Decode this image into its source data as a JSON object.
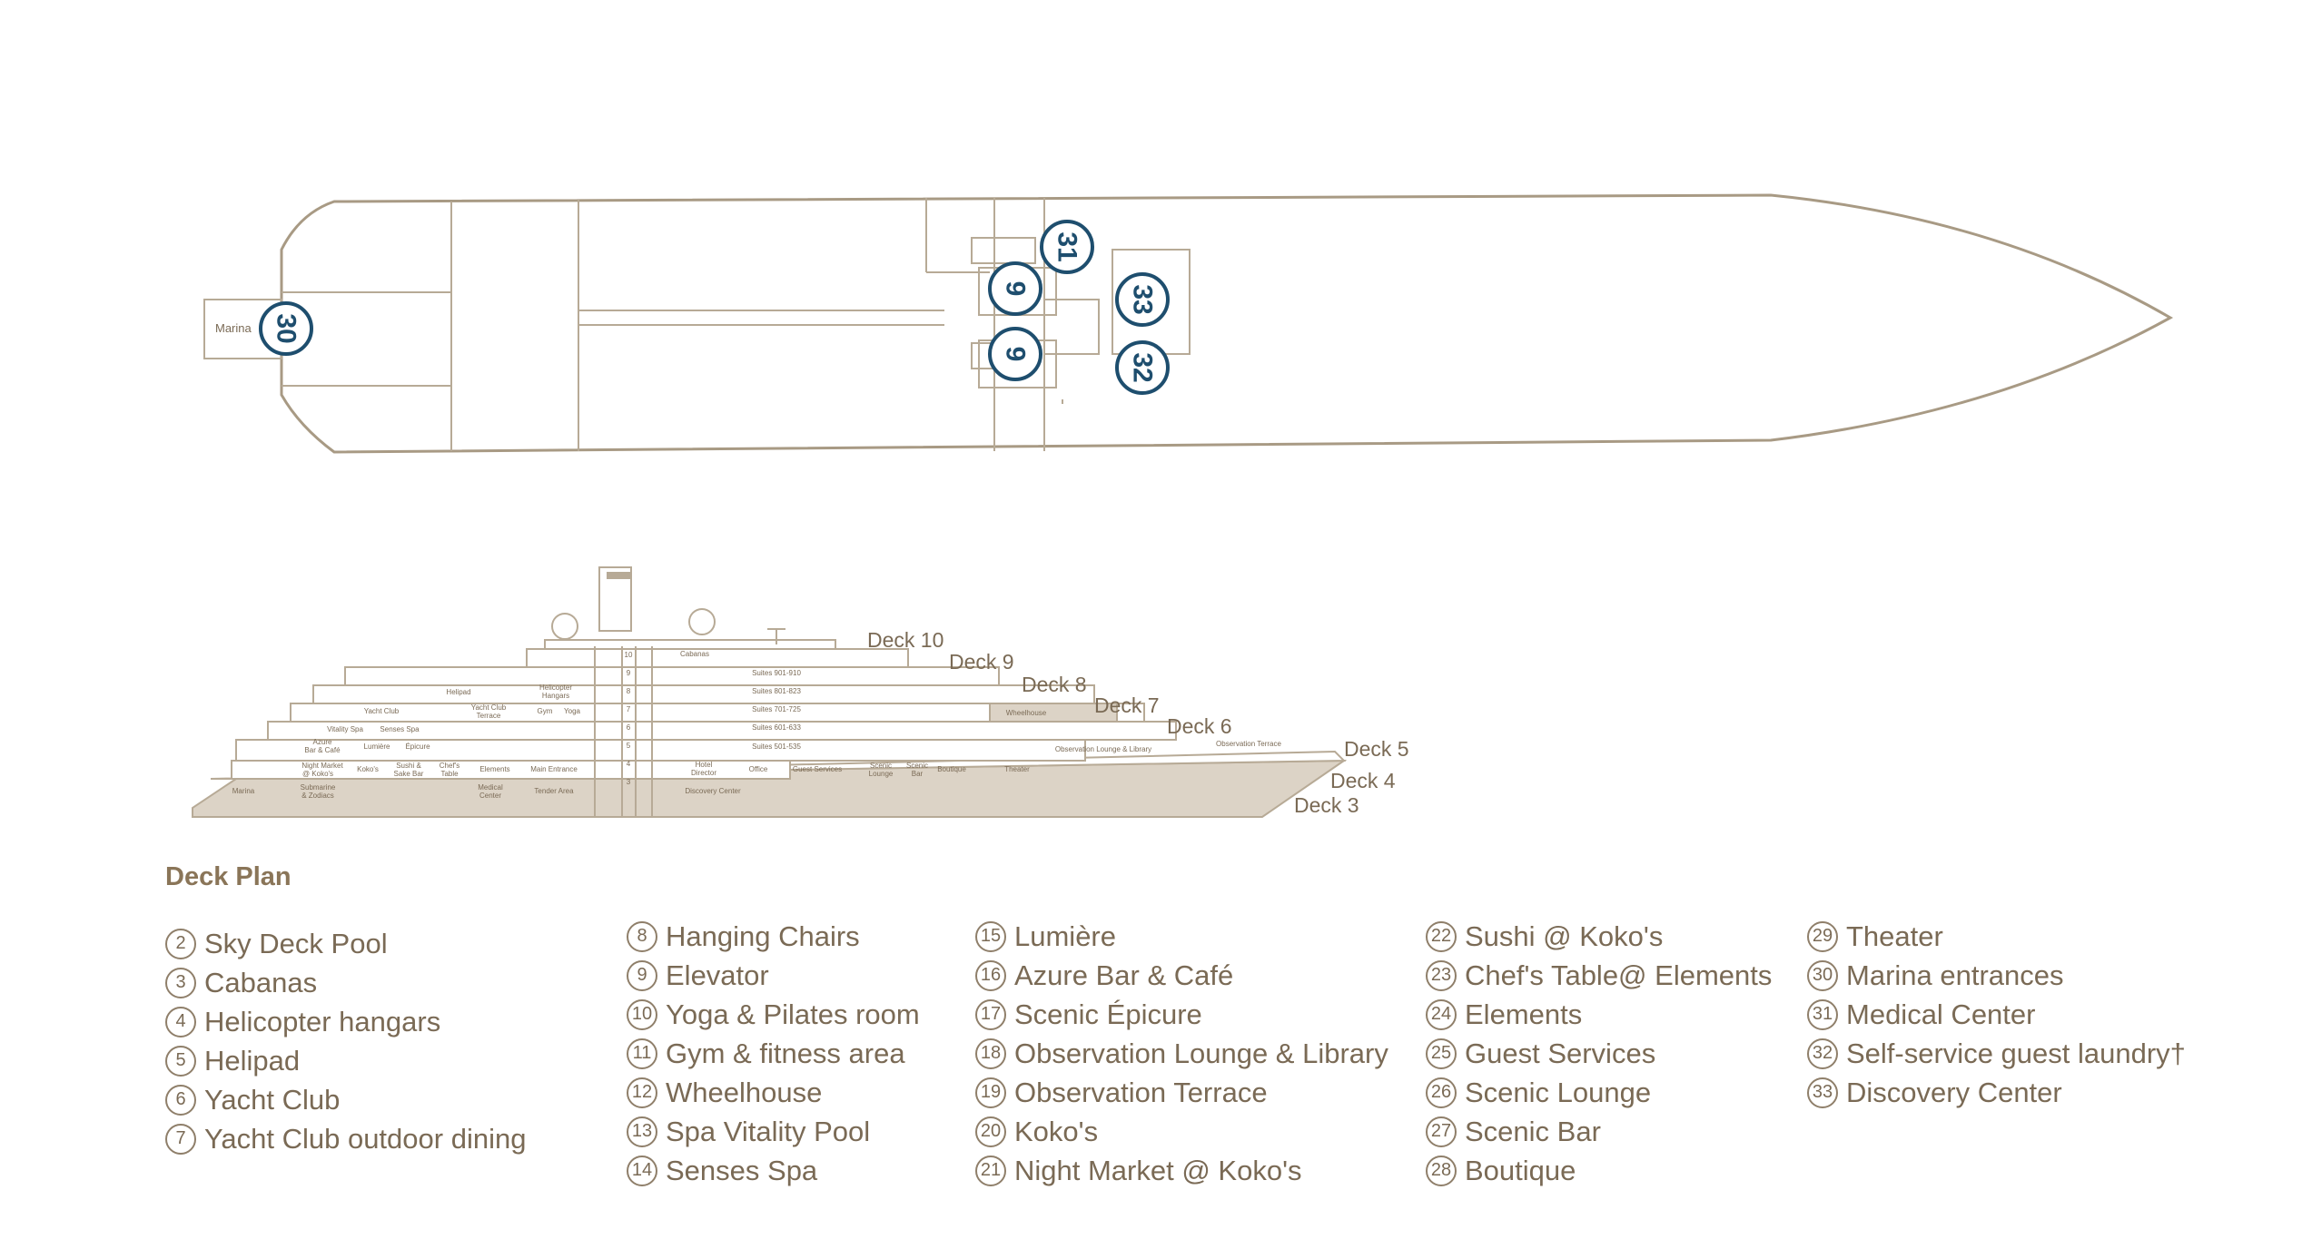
{
  "plan": {
    "marina_label": "Marina",
    "markers": [
      {
        "number": "30"
      },
      {
        "number": "31"
      },
      {
        "number": "9"
      },
      {
        "number": "9"
      },
      {
        "number": "33"
      },
      {
        "number": "32"
      }
    ],
    "colors": {
      "outline": "#a89a84",
      "marker_border": "#1e4e6e",
      "marker_text": "#1e4e6e",
      "marker_fill": "#ffffff"
    }
  },
  "profile": {
    "deck_labels": [
      "Deck 10",
      "Deck 9",
      "Deck 8",
      "Deck 7",
      "Deck 6",
      "Deck 5",
      "Deck 4",
      "Deck 3"
    ],
    "level_numbers": [
      "10",
      "9",
      "8",
      "7",
      "6",
      "5",
      "4",
      "3"
    ],
    "room_labels": [
      "Cabanas",
      "Suites 901-910",
      "Suites 801-823",
      "Suites 701-725",
      "Suites 601-633",
      "Suites 501-535",
      "Wheelhouse",
      "Observation Lounge & Library",
      "Observation Terrace",
      "Helipad",
      "Helicopter",
      "Hangars",
      "Yacht Club",
      "Yacht Club",
      "Terrace",
      "Gym",
      "Yoga",
      "Vitality Spa",
      "Senses Spa",
      "Azure",
      "Bar & Café",
      "Lumière",
      "Épicure",
      "Night Market",
      "@ Koko's",
      "Koko's",
      "Sushi &",
      "Sake Bar",
      "Chef's",
      "Table",
      "Elements",
      "Main Entrance",
      "Hotel",
      "Director",
      "Office",
      "Guest Services",
      "Scenic",
      "Lounge",
      "Scenic",
      "Bar",
      "Boutique",
      "Theater",
      "Marina",
      "Submarine",
      "& Zodiacs",
      "Medical",
      "Center",
      "Tender Area",
      "Discovery Center"
    ],
    "colors": {
      "fill": "#dcd3c6",
      "line": "#b7aa96",
      "text": "#7a6a55"
    }
  },
  "legend": {
    "title": "Deck Plan",
    "columns": [
      [
        {
          "num": "2",
          "label": "Sky Deck Pool"
        },
        {
          "num": "3",
          "label": "Cabanas"
        },
        {
          "num": "4",
          "label": "Helicopter hangars"
        },
        {
          "num": "5",
          "label": "Helipad"
        },
        {
          "num": "6",
          "label": "Yacht Club"
        },
        {
          "num": "7",
          "label": "Yacht Club outdoor dining"
        }
      ],
      [
        {
          "num": "8",
          "label": "Hanging Chairs"
        },
        {
          "num": "9",
          "label": "Elevator"
        },
        {
          "num": "10",
          "label": "Yoga & Pilates room"
        },
        {
          "num": "11",
          "label": "Gym & fitness area"
        },
        {
          "num": "12",
          "label": "Wheelhouse"
        },
        {
          "num": "13",
          "label": "Spa Vitality Pool"
        },
        {
          "num": "14",
          "label": "Senses Spa"
        }
      ],
      [
        {
          "num": "15",
          "label": "Lumière"
        },
        {
          "num": "16",
          "label": "Azure Bar & Café"
        },
        {
          "num": "17",
          "label": "Scenic Épicure"
        },
        {
          "num": "18",
          "label": "Observation Lounge & Library"
        },
        {
          "num": "19",
          "label": "Observation Terrace"
        },
        {
          "num": "20",
          "label": "Koko's"
        },
        {
          "num": "21",
          "label": "Night Market @ Koko's"
        }
      ],
      [
        {
          "num": "22",
          "label": "Sushi @ Koko's"
        },
        {
          "num": "23",
          "label": "Chef's Table@ Elements"
        },
        {
          "num": "24",
          "label": "Elements"
        },
        {
          "num": "25",
          "label": "Guest Services"
        },
        {
          "num": "26",
          "label": "Scenic Lounge"
        },
        {
          "num": "27",
          "label": "Scenic Bar"
        },
        {
          "num": "28",
          "label": "Boutique"
        }
      ],
      [
        {
          "num": "29",
          "label": "Theater"
        },
        {
          "num": "30",
          "label": "Marina entrances"
        },
        {
          "num": "31",
          "label": "Medical Center"
        },
        {
          "num": "32",
          "label": "Self-service guest laundry†"
        },
        {
          "num": "33",
          "label": "Discovery Center"
        }
      ]
    ]
  }
}
